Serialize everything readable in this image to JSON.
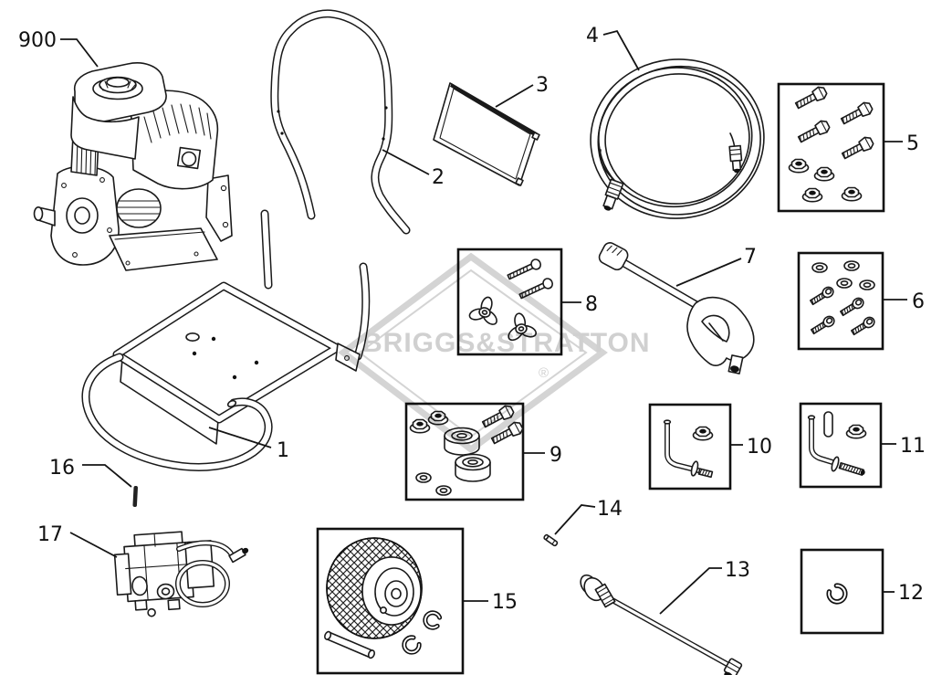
{
  "diagram": {
    "watermark": {
      "text": "BRIGGS&STRATTON",
      "registered_mark": "®"
    },
    "colors": {
      "line": "#1a1a1a",
      "watermark": "#d0d0d0",
      "background": "#ffffff"
    },
    "callouts": [
      {
        "id": "900",
        "part": "engine"
      },
      {
        "id": "2",
        "part": "handle"
      },
      {
        "id": "3",
        "part": "panel"
      },
      {
        "id": "4",
        "part": "high-pressure-hose"
      },
      {
        "id": "5",
        "part": "bolt-and-nut-kit"
      },
      {
        "id": "6",
        "part": "washer-and-screw-kit"
      },
      {
        "id": "7",
        "part": "spray-gun"
      },
      {
        "id": "8",
        "part": "knob-and-bolt-kit"
      },
      {
        "id": "9",
        "part": "vibration-foot-kit"
      },
      {
        "id": "10",
        "part": "hook-bolt-kit"
      },
      {
        "id": "11",
        "part": "hook-bolt-spacer-kit"
      },
      {
        "id": "12",
        "part": "retaining-clip"
      },
      {
        "id": "13",
        "part": "spray-wand"
      },
      {
        "id": "14",
        "part": "pin"
      },
      {
        "id": "15",
        "part": "wheel-kit"
      },
      {
        "id": "16",
        "part": "lock-pin"
      },
      {
        "id": "17",
        "part": "pump-assembly"
      },
      {
        "id": "1",
        "part": "cart-frame"
      }
    ]
  }
}
